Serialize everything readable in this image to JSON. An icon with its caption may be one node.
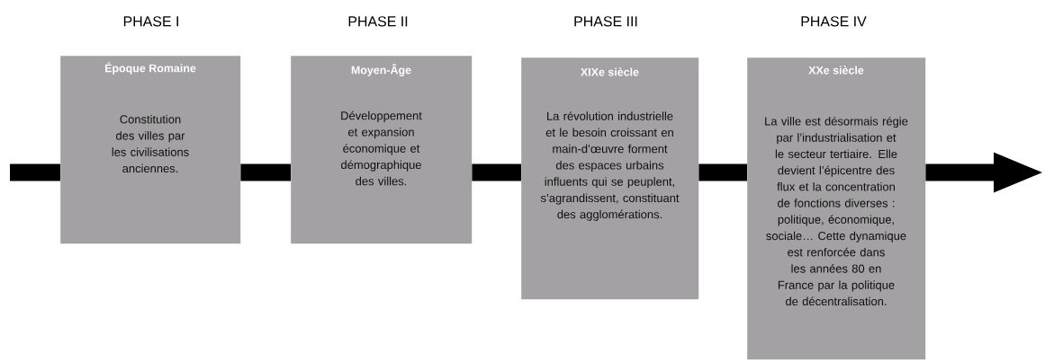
{
  "diagram": {
    "nodes": [
      {
        "text": [
          "Époque Romaine",
          "Constitution des villes par les civilisations anciennes."
        ]
      },
      {
        "text": [
          "Moyen-Âge",
          "Développement et expansion économique et démographique des villes."
        ]
      },
      {
        "text": [
          "XIXe siècle",
          "La révolution industrielle et le besoin croissant en main-d’œuvre forment des espaces urbains influents qui se peuplent, s’agrandissent, constituant des agglomérations."
        ]
      },
      {
        "text": [
          "XXe siècle",
          "La ville est désormais régie par l’industrialisation et le secteur tertiaire. Elle devient l’épicentre des flux et la concentration de fonctions diverses : politique, économique, sociale… Cette dynamique est renforcée dans les années 80 en France par la politique de décentralisation."
        ]
      }
    ],
    "edges": [
      {
        "from": null,
        "to": 0,
        "arrow": "none"
      },
      {
        "from": 0,
        "to": 1,
        "arrow": "none"
      },
      {
        "from": 1,
        "to": 2,
        "arrow": "none"
      },
      {
        "from": 2,
        "to": 3,
        "arrow": "none"
      },
      {
        "from": 3,
        "to": null,
        "arrow": "to"
      }
    ],
    "labels": [
      "PHASE I",
      "PHASE II",
      "PHASE III",
      "PHASE IV"
    ]
  }
}
